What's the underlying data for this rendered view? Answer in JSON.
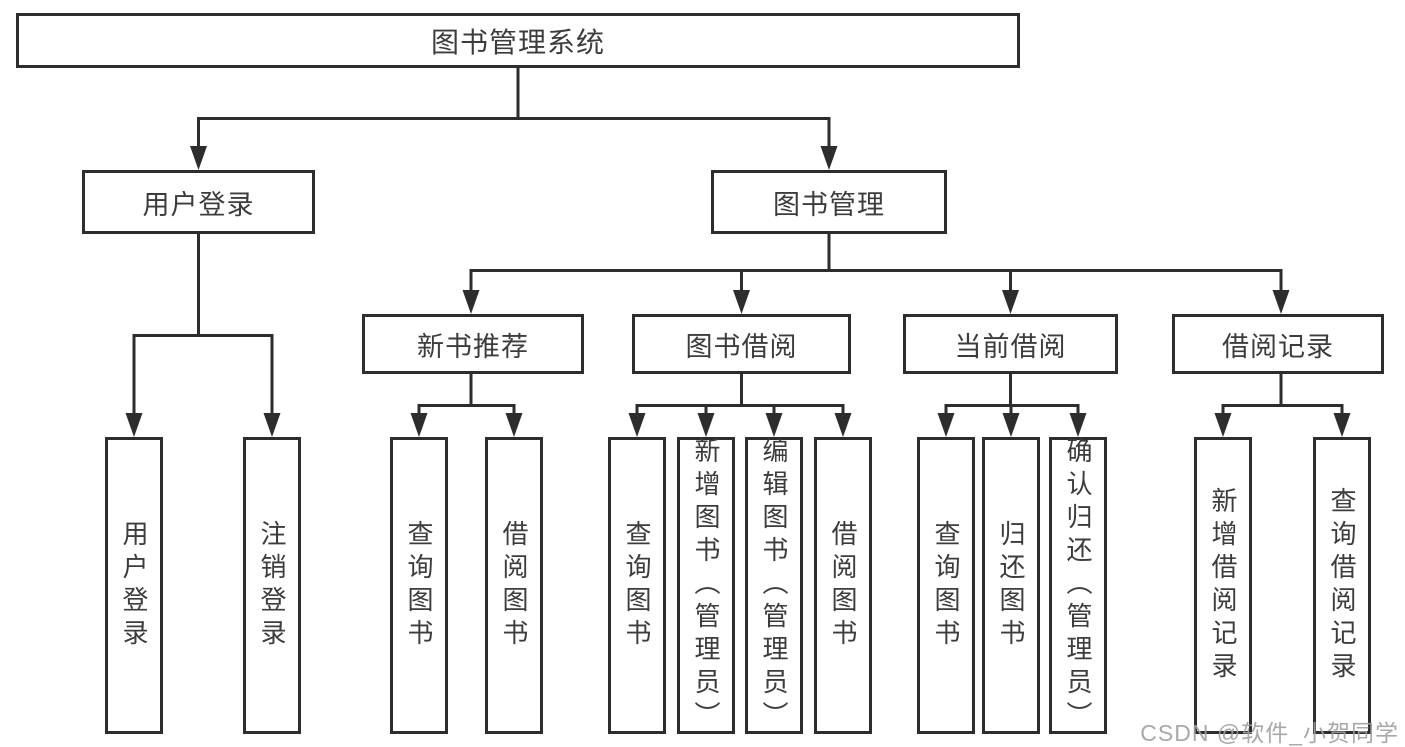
{
  "diagram": {
    "title": "图书管理系统",
    "level2": [
      {
        "label": "用户登录"
      },
      {
        "label": "图书管理"
      }
    ],
    "level3": [
      {
        "label": "新书推荐",
        "parent": "图书管理"
      },
      {
        "label": "图书借阅",
        "parent": "图书管理"
      },
      {
        "label": "当前借阅",
        "parent": "图书管理"
      },
      {
        "label": "借阅记录",
        "parent": "图书管理"
      }
    ],
    "leaves": [
      {
        "label": "用户登录",
        "parent": "用户登录"
      },
      {
        "label": "注销登录",
        "parent": "用户登录"
      },
      {
        "label": "查询图书",
        "parent": "新书推荐"
      },
      {
        "label": "借阅图书",
        "parent": "新书推荐"
      },
      {
        "label": "查询图书",
        "parent": "图书借阅"
      },
      {
        "label": "新增图书（管理员）",
        "parent": "图书借阅"
      },
      {
        "label": "编辑图书（管理员）",
        "parent": "图书借阅"
      },
      {
        "label": "借阅图书",
        "parent": "图书借阅"
      },
      {
        "label": "查询图书",
        "parent": "当前借阅"
      },
      {
        "label": "归还图书",
        "parent": "当前借阅"
      },
      {
        "label": "确认归还（管理员）",
        "parent": "当前借阅"
      },
      {
        "label": "新增借阅记录",
        "parent": "借阅记录"
      },
      {
        "label": "查询借阅记录",
        "parent": "借阅记录"
      }
    ]
  },
  "watermark": {
    "text": "CSDN @软件_小贺同学"
  },
  "colors": {
    "line": "#2d2d2d",
    "text": "#3c3c3c",
    "watermark": "#9e9e9e",
    "background": "#ffffff"
  }
}
